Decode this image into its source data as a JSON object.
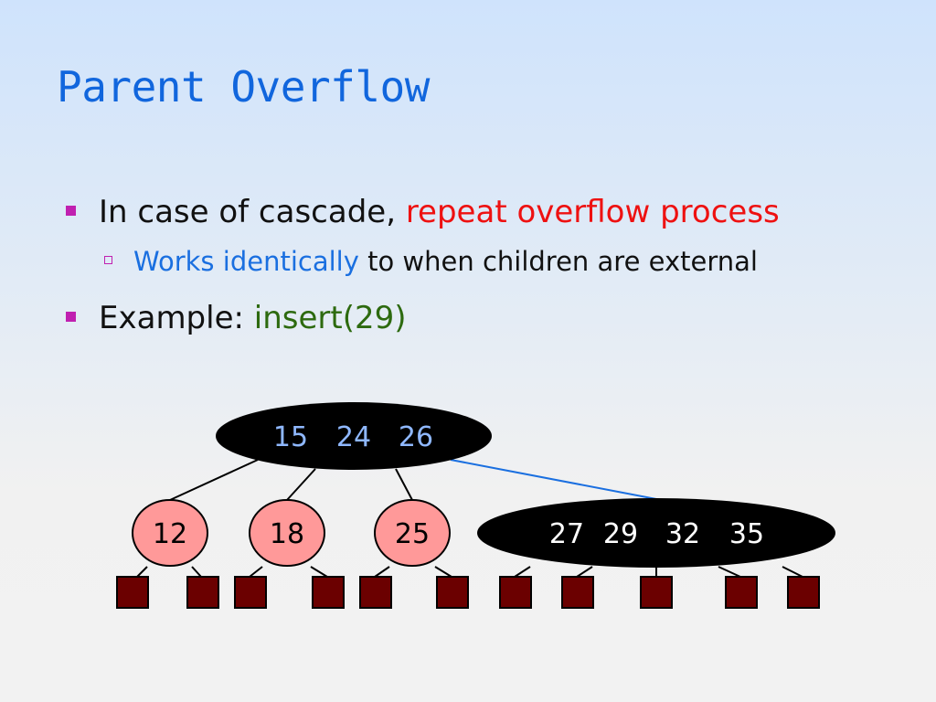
{
  "slide": {
    "title": "Parent Overflow",
    "bullets": [
      {
        "level": 1,
        "parts": [
          {
            "text": "In case of cascade, ",
            "color": "#111111"
          },
          {
            "text": "repeat overflow process",
            "color": "#ee1111"
          }
        ]
      },
      {
        "level": 2,
        "parts": [
          {
            "text": "Works identically",
            "color": "#1a6fe0"
          },
          {
            "text": " to when children are external",
            "color": "#111111"
          }
        ]
      },
      {
        "level": 1,
        "parts": [
          {
            "text": "Example: ",
            "color": "#111111"
          },
          {
            "text": "insert(29)",
            "color": "#2d6a0f"
          }
        ]
      }
    ]
  },
  "tree": {
    "root": {
      "keys": [
        "15",
        "24",
        "26"
      ],
      "fill": "#000000",
      "text_color": "#8fb8ff"
    },
    "children": [
      {
        "keys": [
          "12"
        ],
        "fill": "#ff9999",
        "text_color": "#000000"
      },
      {
        "keys": [
          "18"
        ],
        "fill": "#ff9999",
        "text_color": "#000000"
      },
      {
        "keys": [
          "25"
        ],
        "fill": "#ff9999",
        "text_color": "#000000"
      },
      {
        "keys": [
          "27",
          "29",
          "32",
          "35"
        ],
        "fill": "#000000",
        "text_color": "#ffffff"
      }
    ],
    "leaf_fill": "#6b0000",
    "link_color": "#000000",
    "highlight_link_color": "#1a6fe0"
  }
}
